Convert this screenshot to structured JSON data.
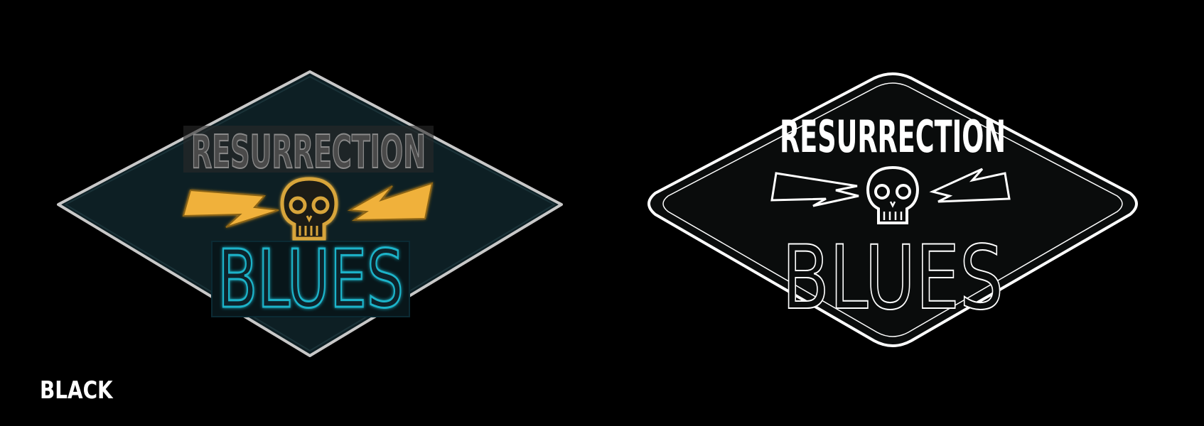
{
  "variants": [
    {
      "style": "neon-color",
      "top_text": "RESURRECTION",
      "bottom_text": "BLUES",
      "colors": {
        "diamond_fill": "#0d1f24",
        "diamond_border": "#c8c8c8",
        "top_text": "#6e6e6e",
        "bolts": "#f0b13a",
        "skull": "#d8a53a",
        "bottom_text": "#1fb3c9"
      }
    },
    {
      "style": "line-white",
      "top_text": "RESURRECTION",
      "bottom_text": "BLUES",
      "colors": {
        "diamond_fill": "#0a0c0c",
        "diamond_border": "#ffffff",
        "top_text": "#ffffff",
        "bolts": "#ffffff",
        "skull": "#ffffff",
        "bottom_text": "#ffffff"
      }
    }
  ],
  "caption": "BLACK",
  "colors": {
    "background": "#000000"
  }
}
